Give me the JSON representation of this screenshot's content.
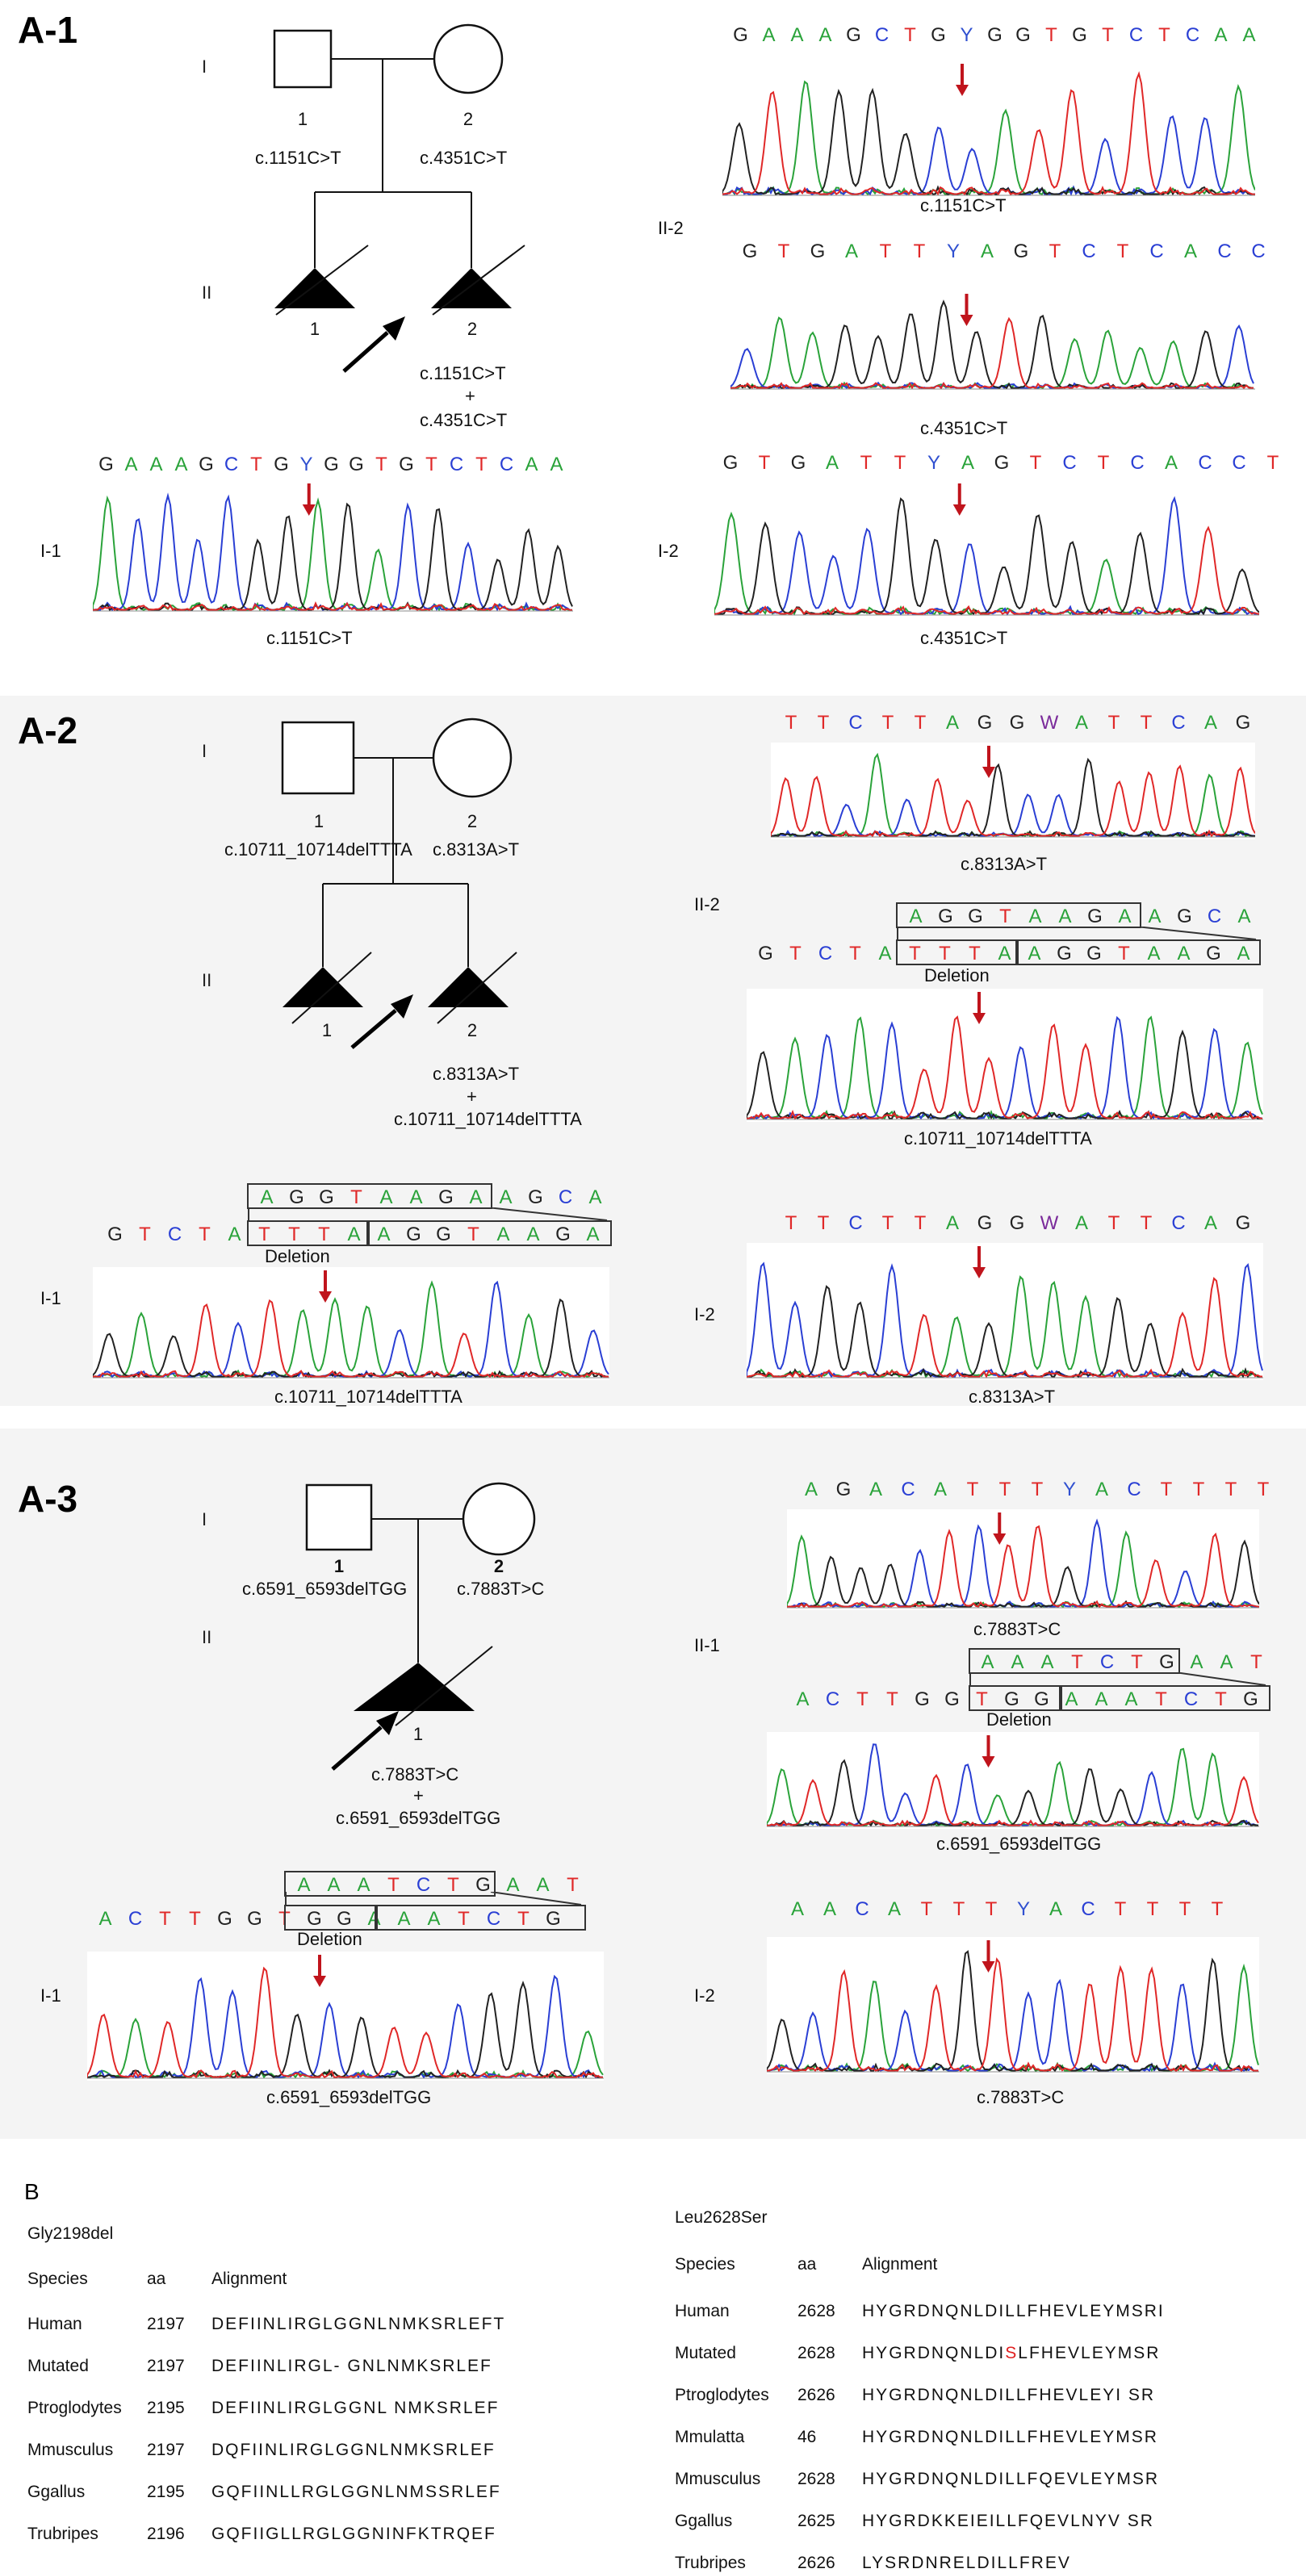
{
  "panels": {
    "a1": {
      "label": "A-1",
      "gen_I": "I",
      "gen_II": "II",
      "ind_I1": "1",
      "ind_I2": "2",
      "mut_I1": "c.1151C>T",
      "mut_I2": "c.4351C>T",
      "ind_II1": "1",
      "ind_II2": "2",
      "mut_II2_a": "c.1151C>T",
      "mut_II2_plus": "+",
      "mut_II2_b": "c.4351C>T",
      "seq_II2_top": [
        "G",
        "A",
        "A",
        "A",
        "G",
        "C",
        "T",
        "G",
        "Y",
        "G",
        "G",
        "T",
        "G",
        "T",
        "C",
        "T",
        "C",
        "A",
        "A"
      ],
      "cap_II2_top": "c.1151C>T",
      "label_II2": "II-2",
      "seq_II2_bot": [
        "G",
        "T",
        "G",
        "A",
        "T",
        "T",
        "Y",
        "A",
        "G",
        "T",
        "C",
        "T",
        "C",
        "A",
        "C",
        "C"
      ],
      "cap_II2_bot": "c.4351C>T",
      "label_I1": "I-1",
      "seq_I1": [
        "G",
        "A",
        "A",
        "A",
        "G",
        "C",
        "T",
        "G",
        "Y",
        "G",
        "G",
        "T",
        "G",
        "T",
        "C",
        "T",
        "C",
        "A",
        "A"
      ],
      "cap_I1": "c.1151C>T",
      "label_I2": "I-2",
      "seq_I2": [
        "G",
        "T",
        "G",
        "A",
        "T",
        "T",
        "Y",
        "A",
        "G",
        "T",
        "C",
        "T",
        "C",
        "A",
        "C",
        "C",
        "T"
      ],
      "cap_I2": "c.4351C>T"
    },
    "a2": {
      "label": "A-2",
      "gen_I": "I",
      "gen_II": "II",
      "ind_I1": "1",
      "ind_I2": "2",
      "mut_I1": "c.10711_10714delTTTA",
      "mut_I2": "c.8313A>T",
      "ind_II1": "1",
      "ind_II2": "2",
      "mut_II2_a": "c.8313A>T",
      "mut_II2_plus": "+",
      "mut_II2_b": "c.10711_10714delTTTA",
      "seq_II2_top": [
        "T",
        "T",
        "C",
        "T",
        "T",
        "A",
        "G",
        "G",
        "W",
        "A",
        "T",
        "T",
        "C",
        "A",
        "G"
      ],
      "cap_II2_top": "c.8313A>T",
      "label_II2": "II-2",
      "del_top_II2": [
        "A",
        "G",
        "G",
        "T",
        "A",
        "A",
        "G",
        "A",
        "A",
        "G",
        "C",
        "A"
      ],
      "del_bot_II2": [
        "G",
        "T",
        "C",
        "T",
        "A",
        "T",
        "T",
        "T",
        "A",
        "A",
        "G",
        "G",
        "T",
        "A",
        "A",
        "G",
        "A"
      ],
      "deletion_II2": "Deletion",
      "cap_II2_bot": "c.10711_10714delTTTA",
      "del_top_I1": [
        "A",
        "G",
        "G",
        "T",
        "A",
        "A",
        "G",
        "A",
        "A",
        "G",
        "C",
        "A"
      ],
      "del_bot_I1": [
        "G",
        "T",
        "C",
        "T",
        "A",
        "T",
        "T",
        "T",
        "A",
        "A",
        "G",
        "G",
        "T",
        "A",
        "A",
        "G",
        "A"
      ],
      "deletion_I1": "Deletion",
      "label_I1": "I-1",
      "cap_I1": "c.10711_10714delTTTA",
      "label_I2": "I-2",
      "seq_I2": [
        "T",
        "T",
        "C",
        "T",
        "T",
        "A",
        "G",
        "G",
        "W",
        "A",
        "T",
        "T",
        "C",
        "A",
        "G"
      ],
      "cap_I2": "c.8313A>T"
    },
    "a3": {
      "label": "A-3",
      "gen_I": "I",
      "gen_II": "II",
      "ind_I1": "1",
      "ind_I2": "2",
      "mut_I1": "c.6591_6593delTGG",
      "mut_I2": "c.7883T>C",
      "ind_II1": "1",
      "mut_II1_a": "c.7883T>C",
      "mut_II1_plus": "+",
      "mut_II1_b": "c.6591_6593delTGG",
      "seq_II1_top": [
        "A",
        "G",
        "A",
        "C",
        "A",
        "T",
        "T",
        "T",
        "Y",
        "A",
        "C",
        "T",
        "T",
        "T",
        "T"
      ],
      "cap_II1_top": "c.7883T>C",
      "label_II1": "II-1",
      "del_top_II1": [
        "A",
        "A",
        "A",
        "T",
        "C",
        "T",
        "G",
        "A",
        "A",
        "T"
      ],
      "del_bot_II1": [
        "A",
        "C",
        "T",
        "T",
        "G",
        "G",
        "T",
        "G",
        "G",
        "A",
        "A",
        "A",
        "T",
        "C",
        "T",
        "G"
      ],
      "deletion_II1": "Deletion",
      "cap_II1_bot": "c.6591_6593delTGG",
      "del_top_I1": [
        "A",
        "A",
        "A",
        "T",
        "C",
        "T",
        "G",
        "A",
        "A",
        "T"
      ],
      "del_bot_I1": [
        "A",
        "C",
        "T",
        "T",
        "G",
        "G",
        "T",
        "G",
        "G",
        "A",
        "A",
        "A",
        "T",
        "C",
        "T",
        "G"
      ],
      "deletion_I1": "Deletion",
      "label_I1": "I-1",
      "cap_I1": "c.6591_6593delTGG",
      "label_I2": "I-2",
      "seq_I2": [
        "A",
        "A",
        "C",
        "A",
        "T",
        "T",
        "T",
        "Y",
        "A",
        "C",
        "T",
        "T",
        "T",
        "T"
      ],
      "cap_I2": "c.7883T>C"
    }
  },
  "panel_b": {
    "label": "B",
    "left": {
      "title": "Gly2198del",
      "headers": [
        "Species",
        "aa",
        "Alignment"
      ],
      "rows": [
        [
          "Human",
          "2197",
          "DEFIINLIRGLGGNLNMKSRLEFT"
        ],
        [
          "Mutated",
          "2197",
          "DEFIINLIRGL- GNLNMKSRLEF"
        ],
        [
          "Ptroglodytes",
          "2195",
          "DEFIINLIRGLGGNL NMKSRLEF"
        ],
        [
          "Mmusculus",
          "2197",
          "DQFIINLIRGLGGNLNMKSRLEF"
        ],
        [
          "Ggallus",
          "2195",
          "GQFIINLLRGLGGNLNMSSRLEF"
        ],
        [
          "Trubripes",
          "2196",
          "GQFIIGLLRGLGGNINFKTRQEF"
        ]
      ]
    },
    "right": {
      "title": "Leu2628Ser",
      "headers": [
        "Species",
        "aa",
        "Alignment"
      ],
      "rows": [
        [
          "Human",
          "2628",
          "HYGRDNQNLDILLFHEVLEYMSRI"
        ],
        [
          "Mutated",
          "2628",
          "HYGRDNQNLDISLFHEVLEYMSR"
        ],
        [
          "Ptroglodytes",
          "2626",
          "HYGRDNQNLDILLFHEVLEYI SR"
        ],
        [
          "Mmulatta",
          "46",
          "HYGRDNQNLDILLFHEVLEYMSR"
        ],
        [
          "Mmusculus",
          "2628",
          "HYGRDNQNLDILLFQEVLEYMSR"
        ],
        [
          "Ggallus",
          "2625",
          "HYGRDKKEIEILLFQEVLNYV SR"
        ],
        [
          "Trubripes",
          "2626",
          "LYSRDNRELDILLFREV"
        ]
      ],
      "highlight": {
        "row": 1,
        "char_index": 11,
        "color": "#e02020"
      }
    }
  },
  "colors": {
    "A": "#2aa33a",
    "C": "#2a3fd4",
    "G": "#222222",
    "T": "#e02828",
    "Y": "#3050d0",
    "W": "#7a2a9a",
    "arrow_red": "#c0141c",
    "panel_bg": "#f4f4f4"
  }
}
